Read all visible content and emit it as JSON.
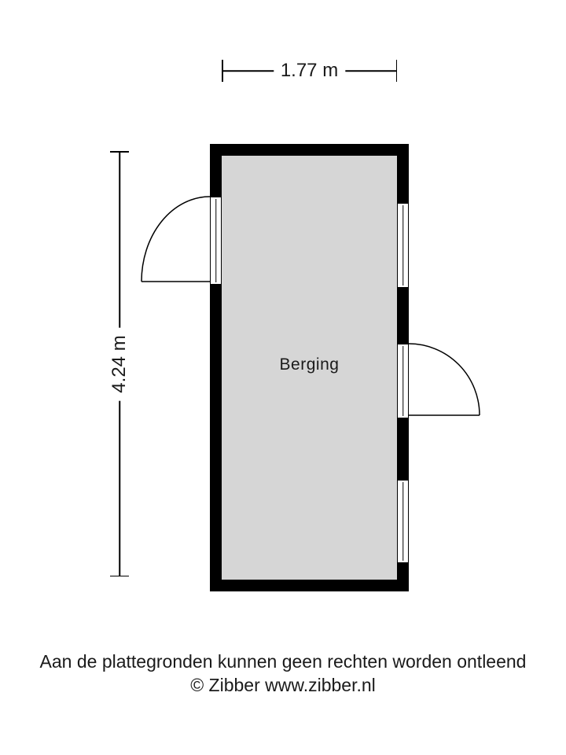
{
  "floorplan": {
    "room": {
      "label": "Berging"
    },
    "dimensions": {
      "width": "1.77 m",
      "height": "4.24 m"
    },
    "colors": {
      "wall": "#000000",
      "floor": "#d6d6d6",
      "line": "#000000",
      "background": "#ffffff"
    },
    "features": [
      {
        "type": "door",
        "side": "left"
      },
      {
        "type": "window",
        "side": "right-top"
      },
      {
        "type": "door",
        "side": "right-middle"
      },
      {
        "type": "window",
        "side": "right-bottom"
      }
    ]
  },
  "footer": {
    "disclaimer": "Aan de plattegronden kunnen geen rechten worden ontleend",
    "copyright": "© Zibber www.zibber.nl"
  }
}
